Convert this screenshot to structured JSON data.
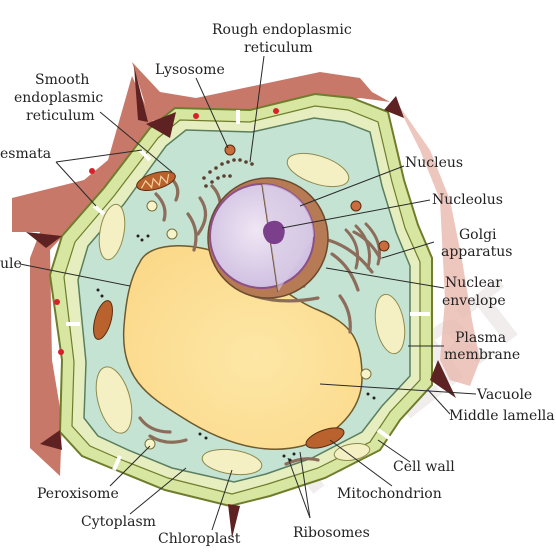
{
  "diagram": {
    "labels": {
      "rough_er_1": "Rough endoplasmic",
      "rough_er_2": "reticulum",
      "lysosome": "Lysosome",
      "smooth_er_1": "Smooth",
      "smooth_er_2": "endoplasmic",
      "smooth_er_3": "reticulum",
      "plasmodesmata": "esmata",
      "nucleus": "Nucleus",
      "nucleolus": "Nucleolus",
      "golgi_1": "Golgi",
      "golgi_2": "apparatus",
      "vacuole_left": "ule",
      "nuclear_env_1": "Nuclear",
      "nuclear_env_2": "envelope",
      "plasma_mem_1": "Plasma",
      "plasma_mem_2": "membrane",
      "vacuole": "Vacuole",
      "middle_lamella": "Middle lamella",
      "cell_wall": "Cell wall",
      "peroxisome": "Peroxisome",
      "mitochondrion": "Mitochondrion",
      "cytoplasm": "Cytoplasm",
      "chloroplast": "Chloroplast",
      "ribosomes": "Ribosomes"
    },
    "watermark": "NCERT",
    "colors": {
      "cell_wall": "#d7e6a0",
      "cell_wall_edge": "#6f7d2c",
      "cytoplasm": "#c5e3d2",
      "vacuole": "#fde8a8",
      "nucleus": "#e5d9ec",
      "nucleolus": "#7b3f8c",
      "neighbour_cell": "#c47468",
      "middle_lamella": "#5e2222",
      "chloroplast": "#f4f0c3",
      "mitochondrion": "#b9622e",
      "er": "#8c6c5a"
    }
  }
}
